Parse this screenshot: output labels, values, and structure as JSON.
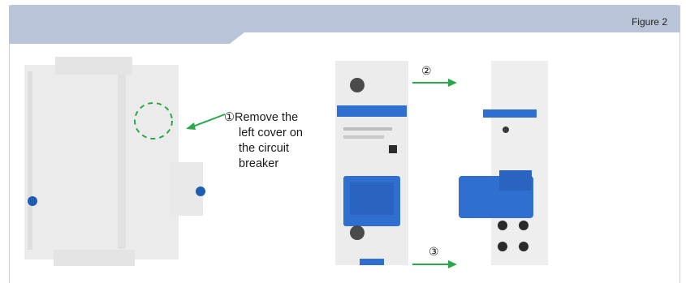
{
  "header": {
    "figure_label": "Figure 2"
  },
  "callout": {
    "number": "①",
    "text_line1": "Remove the",
    "text_line2": "left cover on",
    "text_line3": "the circuit",
    "text_line4": "breaker"
  },
  "steps": {
    "step2": "②",
    "step3": "③"
  },
  "colors": {
    "header": "#b9c4d8",
    "arrow": "#2aa84a",
    "breaker_blue": "#2f6fd0"
  }
}
